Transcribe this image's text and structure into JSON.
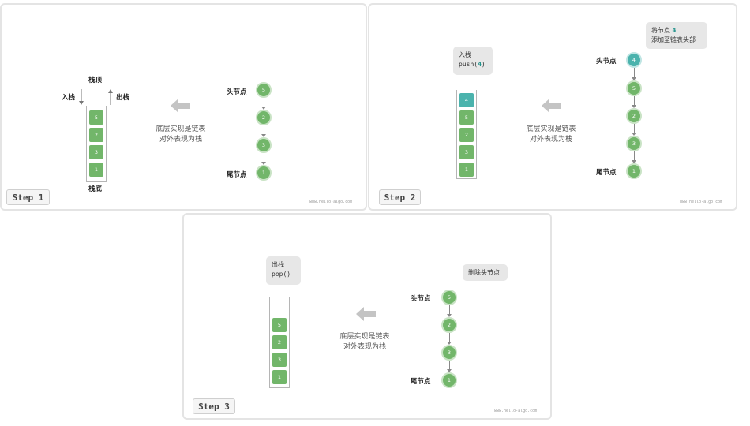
{
  "watermark": "www.hello-algo.com",
  "step1": {
    "step_label": "Step 1",
    "stack_top": "栈顶",
    "stack_bottom": "栈底",
    "push_label": "入栈",
    "pop_label": "出栈",
    "middle_line1": "底层实现是链表",
    "middle_line2": "对外表现为栈",
    "head_label": "头节点",
    "tail_label": "尾节点",
    "stack_cells": [
      "5",
      "2",
      "3",
      "1"
    ],
    "list_nodes": [
      "5",
      "2",
      "3",
      "1"
    ]
  },
  "step2": {
    "step_label": "Step 2",
    "callout_title": "入栈",
    "callout_code_prefix": "push(",
    "callout_code_arg": "4",
    "callout_code_suffix": ")",
    "note_line1_text": "将节点 ",
    "note_line1_num": "4",
    "note_line2": "添加至链表头部",
    "middle_line1": "底层实现是链表",
    "middle_line2": "对外表现为栈",
    "head_label": "头节点",
    "tail_label": "尾节点",
    "stack_cells": [
      "4",
      "5",
      "2",
      "3",
      "1"
    ],
    "list_nodes": [
      "4",
      "5",
      "2",
      "3",
      "1"
    ],
    "highlight_color": "#4bb3ad"
  },
  "step3": {
    "step_label": "Step 3",
    "callout_title": "出栈",
    "callout_code": "pop()",
    "note": "删除头节点",
    "middle_line1": "底层实现是链表",
    "middle_line2": "对外表现为栈",
    "head_label": "头节点",
    "tail_label": "尾节点",
    "stack_cells": [
      "5",
      "2",
      "3",
      "1"
    ],
    "list_nodes": [
      "5",
      "2",
      "3",
      "1"
    ]
  },
  "colors": {
    "node_green": "#72b66a",
    "node_teal": "#4bb3ad",
    "arrow_gray": "#c4c4c4"
  }
}
